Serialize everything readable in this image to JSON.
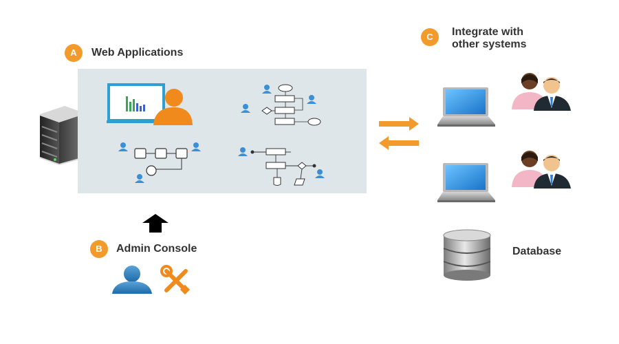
{
  "sections": {
    "web_apps": {
      "badge": "A",
      "title": "Web Applications"
    },
    "admin": {
      "badge": "B",
      "title": "Admin Console"
    },
    "integrate": {
      "badge": "C",
      "title_line1": "Integrate with",
      "title_line2": "other systems"
    }
  },
  "database": {
    "label": "Database"
  },
  "icons": [
    "server-icon",
    "analytics-user-icon",
    "workflow-icon",
    "laptop-icon",
    "users-icon",
    "admin-user-icon",
    "tools-icon",
    "database-icon",
    "up-arrow-icon",
    "exchange-arrows-icon"
  ],
  "colors": {
    "accent": "#f39a2c",
    "panel": "#dfe6ea",
    "person_blue": "#3a8fd6"
  }
}
